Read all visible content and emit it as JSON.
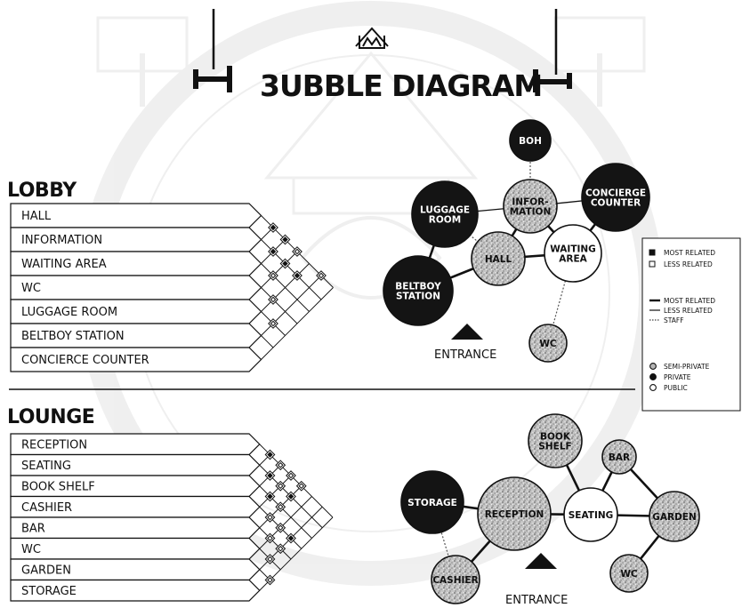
{
  "title": "3UBBLE DIAGRAM",
  "colors": {
    "ink": "#111111",
    "private": "#141414",
    "semi_private": "#b5b5b5",
    "public": "#ffffff",
    "watermark": "#8a8a8a"
  },
  "lobby": {
    "heading": "LOBBY",
    "rows": [
      "HALL",
      "INFORMATION",
      "WAITING AREA",
      "WC",
      "LUGGAGE ROOM",
      "BELTBOY STATION",
      "CONCIERCE COUNTER"
    ],
    "relations": [
      {
        "a": 0,
        "b": 1,
        "level": "most"
      },
      {
        "a": 1,
        "b": 2,
        "level": "most"
      },
      {
        "a": 0,
        "b": 2,
        "level": "most"
      },
      {
        "a": 2,
        "b": 3,
        "level": "less"
      },
      {
        "a": 1,
        "b": 3,
        "level": "most"
      },
      {
        "a": 0,
        "b": 3,
        "level": "less"
      },
      {
        "a": 3,
        "b": 4,
        "level": "less"
      },
      {
        "a": 1,
        "b": 4,
        "level": "most"
      },
      {
        "a": 4,
        "b": 5,
        "level": "less"
      },
      {
        "a": 0,
        "b": 5,
        "level": "less"
      }
    ],
    "bubbles": [
      {
        "id": "boh",
        "label": "BOH",
        "zone": "private"
      },
      {
        "id": "info",
        "label": "INFOR-MATION",
        "zone": "semi_private"
      },
      {
        "id": "concierge",
        "label": "CONCIERGE COUNTER",
        "zone": "private"
      },
      {
        "id": "luggage",
        "label": "LUGGAGE ROOM",
        "zone": "private"
      },
      {
        "id": "hall",
        "label": "HALL",
        "zone": "semi_private"
      },
      {
        "id": "waiting",
        "label": "WAITING AREA",
        "zone": "public"
      },
      {
        "id": "beltboy",
        "label": "BELTBOY STATION",
        "zone": "private"
      },
      {
        "id": "wc",
        "label": "WC",
        "zone": "semi_private"
      }
    ],
    "links": [
      {
        "a": "boh",
        "b": "info",
        "type": "staff"
      },
      {
        "a": "info",
        "b": "concierge",
        "type": "less"
      },
      {
        "a": "info",
        "b": "luggage",
        "type": "less"
      },
      {
        "a": "info",
        "b": "hall",
        "type": "most"
      },
      {
        "a": "info",
        "b": "waiting",
        "type": "most"
      },
      {
        "a": "concierge",
        "b": "waiting",
        "type": "most"
      },
      {
        "a": "luggage",
        "b": "hall",
        "type": "staff"
      },
      {
        "a": "hall",
        "b": "waiting",
        "type": "most"
      },
      {
        "a": "hall",
        "b": "beltboy",
        "type": "most"
      },
      {
        "a": "luggage",
        "b": "beltboy",
        "type": "most"
      },
      {
        "a": "waiting",
        "b": "wc",
        "type": "staff"
      }
    ],
    "entrance": "ENTRANCE"
  },
  "lounge": {
    "heading": "LOUNGE",
    "rows": [
      "RECEPTION",
      "SEATING",
      "BOOK SHELF",
      "CASHIER",
      "BAR",
      "WC",
      "GARDEN",
      "STORAGE"
    ],
    "relations": [
      {
        "a": 0,
        "b": 1,
        "level": "most"
      },
      {
        "a": 1,
        "b": 2,
        "level": "most"
      },
      {
        "a": 0,
        "b": 2,
        "level": "less"
      },
      {
        "a": 2,
        "b": 3,
        "level": "most"
      },
      {
        "a": 1,
        "b": 3,
        "level": "less"
      },
      {
        "a": 0,
        "b": 3,
        "level": "less"
      },
      {
        "a": 3,
        "b": 4,
        "level": "less"
      },
      {
        "a": 2,
        "b": 4,
        "level": "less"
      },
      {
        "a": 1,
        "b": 4,
        "level": "most"
      },
      {
        "a": 0,
        "b": 4,
        "level": "less"
      },
      {
        "a": 4,
        "b": 5,
        "level": "less"
      },
      {
        "a": 3,
        "b": 5,
        "level": "less"
      },
      {
        "a": 5,
        "b": 6,
        "level": "less"
      },
      {
        "a": 4,
        "b": 6,
        "level": "less"
      },
      {
        "a": 3,
        "b": 6,
        "level": "most"
      },
      {
        "a": 6,
        "b": 7,
        "level": "less"
      }
    ],
    "bubbles": [
      {
        "id": "bookshelf",
        "label": "BOOK SHELF",
        "zone": "semi_private"
      },
      {
        "id": "bar",
        "label": "BAR",
        "zone": "semi_private"
      },
      {
        "id": "storage",
        "label": "STORAGE",
        "zone": "private"
      },
      {
        "id": "reception",
        "label": "RECEPTION",
        "zone": "semi_private"
      },
      {
        "id": "seating",
        "label": "SEATING",
        "zone": "public"
      },
      {
        "id": "garden",
        "label": "GARDEN",
        "zone": "semi_private"
      },
      {
        "id": "cashier",
        "label": "CASHIER",
        "zone": "semi_private"
      },
      {
        "id": "wc2",
        "label": "WC",
        "zone": "semi_private"
      }
    ],
    "links": [
      {
        "a": "bookshelf",
        "b": "seating",
        "type": "most"
      },
      {
        "a": "bar",
        "b": "seating",
        "type": "most"
      },
      {
        "a": "storage",
        "b": "reception",
        "type": "most"
      },
      {
        "a": "reception",
        "b": "seating",
        "type": "most"
      },
      {
        "a": "seating",
        "b": "garden",
        "type": "most"
      },
      {
        "a": "bar",
        "b": "garden",
        "type": "most"
      },
      {
        "a": "reception",
        "b": "cashier",
        "type": "most"
      },
      {
        "a": "garden",
        "b": "wc2",
        "type": "most"
      },
      {
        "a": "storage",
        "b": "cashier",
        "type": "staff"
      }
    ],
    "entrance": "ENTRANCE"
  },
  "legend": {
    "matrix": [
      {
        "symbol": "filled",
        "label": "MOST RELATED"
      },
      {
        "symbol": "open",
        "label": "LESS RELATED"
      }
    ],
    "lines": [
      {
        "type": "most",
        "label": "MOST RELATED"
      },
      {
        "type": "less",
        "label": "LESS RELATED"
      },
      {
        "type": "staff",
        "label": "STAFF"
      }
    ],
    "zones": [
      {
        "zone": "semi_private",
        "label": "SEMI-PRIVATE"
      },
      {
        "zone": "private",
        "label": "PRIVATE"
      },
      {
        "zone": "public",
        "label": "PUBLIC"
      }
    ]
  }
}
